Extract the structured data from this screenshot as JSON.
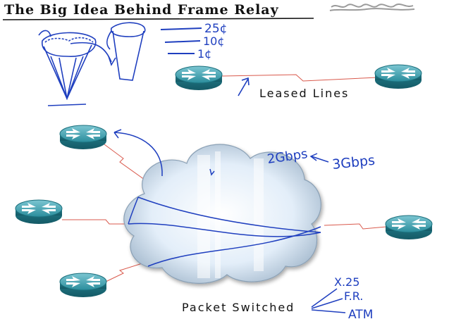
{
  "title": "The Big Idea Behind Frame Relay",
  "leased_lines_label": "Leased Lines",
  "packet_switched_label": "Packet Switched",
  "prices": [
    "25¢",
    "10¢",
    "1¢"
  ],
  "bandwidth_left": "2Gbps",
  "bandwidth_right": "3Gbps",
  "technologies": [
    "X.25",
    "F.R.",
    "ATM"
  ],
  "colors": {
    "ink_blue": "#1f3fbf",
    "ink_black": "#111111",
    "router_teal": "#2a8d9c",
    "link_red": "#d9594c",
    "cloud_fill": "#dbe9f7"
  }
}
